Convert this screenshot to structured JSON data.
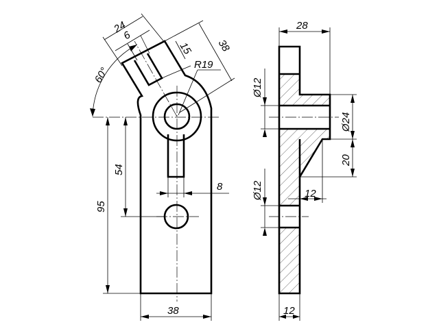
{
  "dimensions": {
    "top_width": "24",
    "slot_width": "6",
    "slot_depth": "15",
    "arm_length": "38",
    "radius": "R19",
    "angle": "60°",
    "hole_spacing": "54",
    "total_height": "95",
    "slot_bottom": "8",
    "base_width": "38",
    "side_width": "28",
    "side_hole_top": "Ø12",
    "boss_diameter": "Ø24",
    "rib_height": "20",
    "side_hole_bottom": "Ø12",
    "rib_width": "12",
    "base_thickness": "12"
  }
}
